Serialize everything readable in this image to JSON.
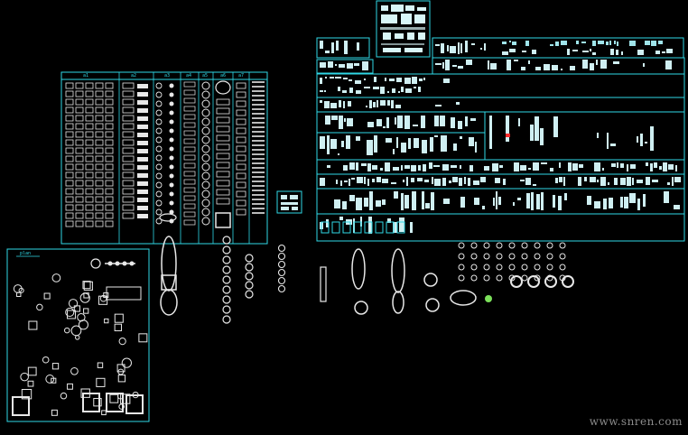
{
  "app": {
    "title": "CAD drawing viewer",
    "background": "#000000",
    "line_color": "#2fd8e6",
    "symbol_color": "#e8e8e8",
    "accent_red": "#ff2a2a",
    "accent_green": "#7be05a"
  },
  "left_panel": {
    "column_headers": [
      "a1",
      "a2",
      "a3",
      "a4",
      "a5",
      "a6",
      "a7"
    ]
  },
  "bottom_left_panel": {
    "title": "plan"
  },
  "watermark": "www.snren.com"
}
